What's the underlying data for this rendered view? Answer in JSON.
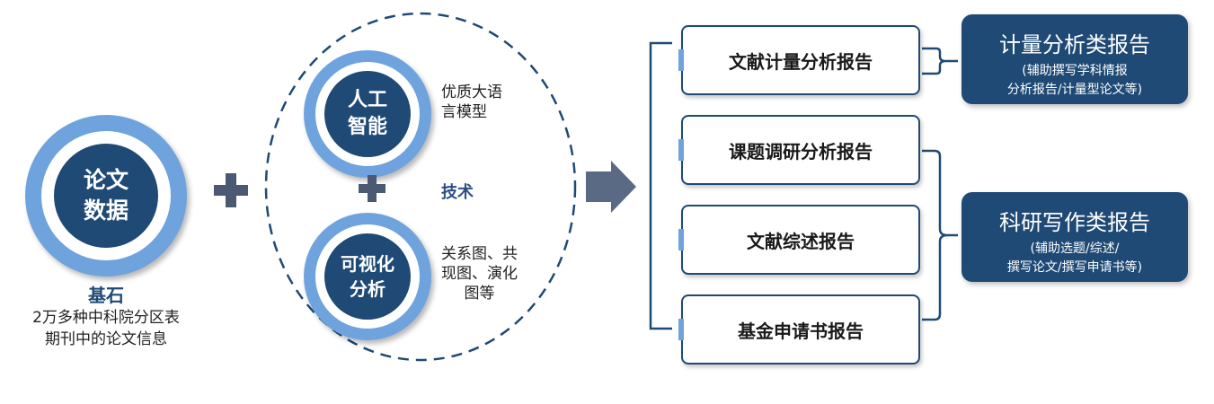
{
  "data_circle": {
    "lines": [
      "论文",
      "数据"
    ]
  },
  "foundation": {
    "title": "基石",
    "description_lines": [
      "2万多种中科院分区表",
      "期刊中的论文信息"
    ]
  },
  "ai_circle": {
    "lines": [
      "人工",
      "智能"
    ],
    "side_lines": [
      "优质大语",
      "言模型"
    ]
  },
  "vis_circle": {
    "lines": [
      "可视化",
      "分析"
    ],
    "side_lines": [
      "关系图、共",
      "现图、演化",
      "图等"
    ]
  },
  "technology_label": "技术",
  "reports": [
    "文献计量分析报告",
    "课题调研分析报告",
    "文献综述报告",
    "基金申请书报告"
  ],
  "categories": [
    {
      "title": "计量分析类报告",
      "note_lines": [
        "(辅助撰写学科情报",
        "分析报告/计量型论文等)"
      ]
    },
    {
      "title": "科研写作类报告",
      "note_lines": [
        "(辅助选题/综述/",
        "撰写论文/撰写申请书等)"
      ]
    }
  ],
  "colors": {
    "dark_blue": "#1f4a75",
    "light_blue": "#6fa3dd",
    "plus_gray": "#4b5a72",
    "arrow_gray": "#5a6a85"
  }
}
